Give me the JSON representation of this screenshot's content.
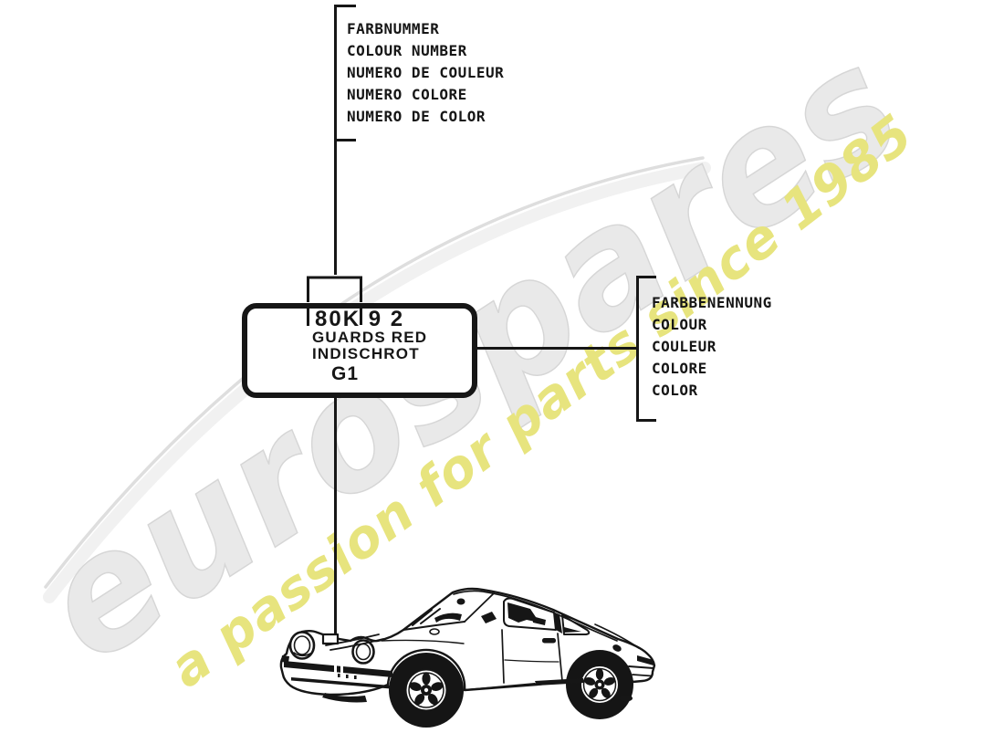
{
  "page": {
    "background": "#ffffff",
    "ink": "#161616"
  },
  "watermark": {
    "brand": "eurospares",
    "tagline": "a passion for parts since 1985",
    "brand_color": "#e9e9e9",
    "brand_edge_color": "#d6d6d6",
    "tagline_color": "#e7e47e",
    "swoosh_color": "#efefef"
  },
  "top_bracket": {
    "labels": [
      "FARBNUMMER",
      "COLOUR NUMBER",
      "NUMERO DE COULEUR",
      "NUMERO COLORE",
      "NUMERO DE COLOR"
    ]
  },
  "right_bracket": {
    "labels": [
      "FARBBENENNUNG",
      "COLOUR",
      "COULEUR",
      "COLORE",
      "COLOR"
    ]
  },
  "plate": {
    "code": "80K 9 2",
    "color_name_en": "GUARDS RED",
    "color_name_de": "INDISCHROT",
    "group": "G1"
  },
  "illustration": {
    "name": "porsche-911-coupe-line-drawing",
    "sticker": "paint-code-sticker-location"
  }
}
